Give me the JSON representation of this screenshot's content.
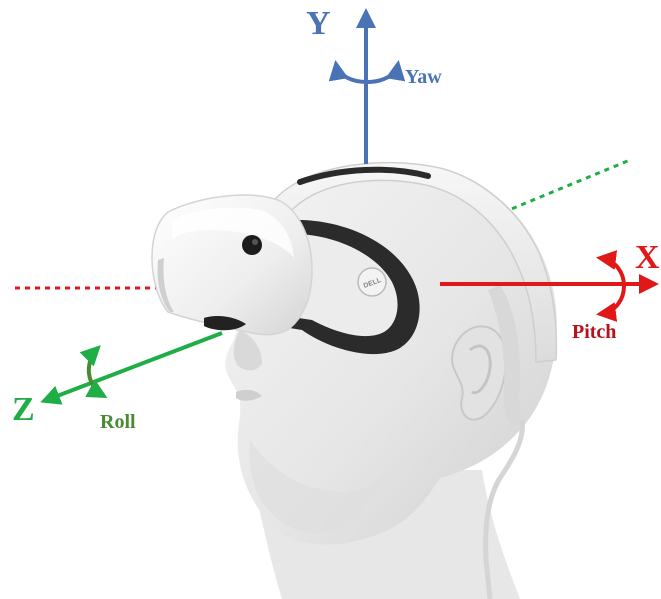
{
  "colors": {
    "yaw_axis": "#4a73b5",
    "yaw_dotted": "#3d6fc6",
    "pitch_axis": "#e01818",
    "pitch_label": "#b5121b",
    "roll_axis": "#1fae45",
    "roll_label": "#4a8a32"
  },
  "axes": {
    "y": {
      "letter": "Y",
      "rotation": "Yaw"
    },
    "x": {
      "letter": "X",
      "rotation": "Pitch"
    },
    "z": {
      "letter": "Z",
      "rotation": "Roll"
    }
  },
  "headset": {
    "brand_logo": "DELL"
  }
}
